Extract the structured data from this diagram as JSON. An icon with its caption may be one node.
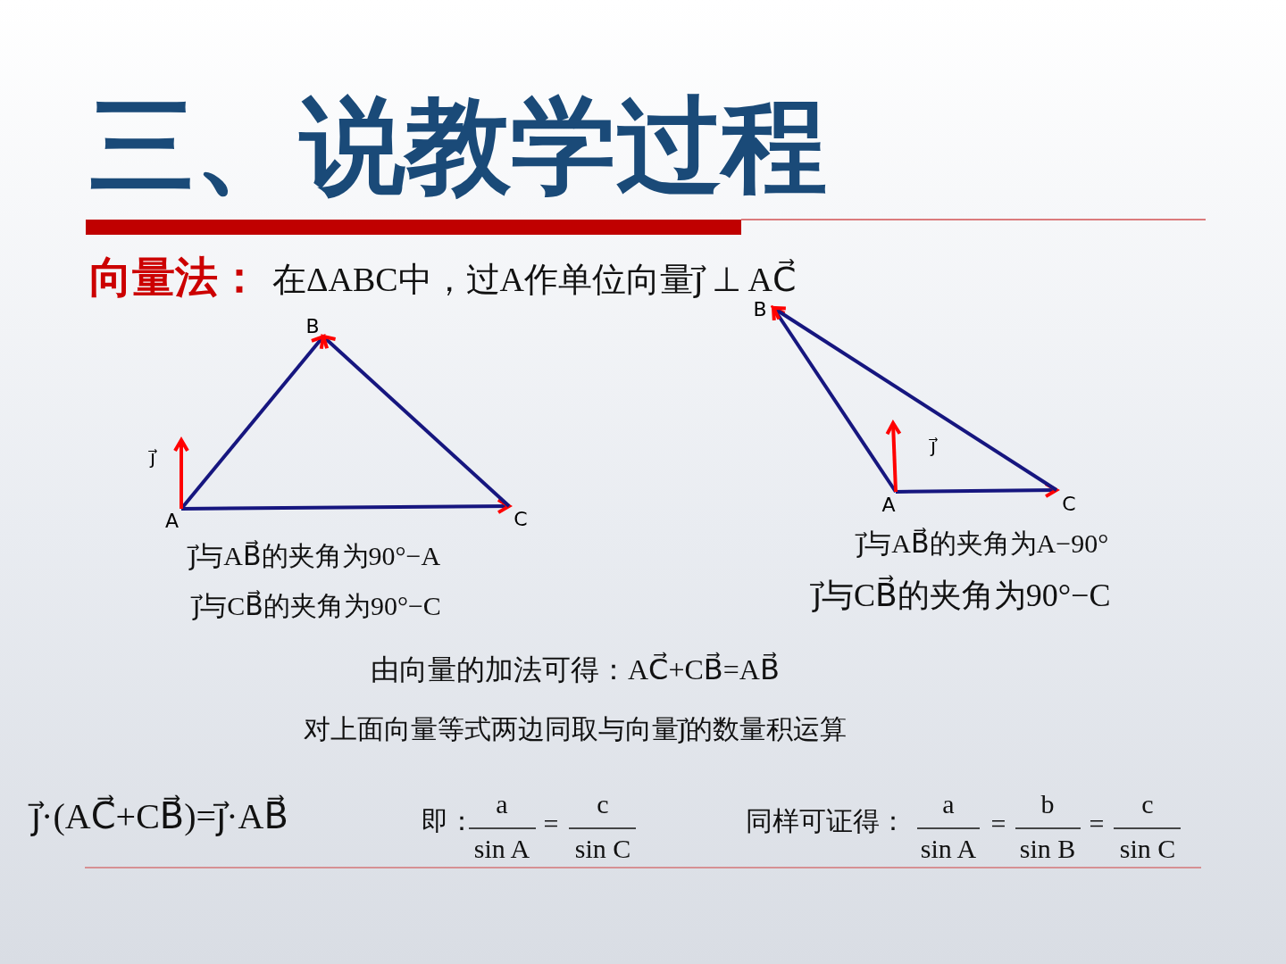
{
  "diagram": {
    "title": "三、说教学过程",
    "nodes": [
      {
        "text": [
          "A"
        ]
      },
      {
        "text": [
          "B"
        ]
      },
      {
        "text": [
          "C"
        ]
      },
      {
        "text": [
          "j⃗"
        ]
      },
      {
        "text": [
          "B"
        ]
      },
      {
        "text": [
          "A"
        ]
      },
      {
        "text": [
          "C"
        ]
      },
      {
        "text": [
          "j⃗"
        ]
      }
    ],
    "edges": [
      {
        "from": 0,
        "to": 1,
        "arrow": "to"
      },
      {
        "from": 0,
        "to": 2,
        "arrow": "to"
      },
      {
        "from": 2,
        "to": 1,
        "arrow": "to"
      },
      {
        "from": 0,
        "to": 3,
        "arrow": "to",
        "color": "#ff0000"
      },
      {
        "from": 5,
        "to": 4,
        "arrow": "to"
      },
      {
        "from": 5,
        "to": 6,
        "arrow": "to"
      },
      {
        "from": 6,
        "to": 4,
        "arrow": "to"
      },
      {
        "from": 5,
        "to": 7,
        "arrow": "to",
        "color": "#ff0000"
      }
    ],
    "labels": [
      "向量法：",
      "在ΔABC中，过A作单位向量j⃗ ⊥ AC⃗",
      "j⃗与AB⃗的夹角为90°−A",
      "j⃗与CB⃗的夹角为90°−C",
      "j⃗与AB⃗的夹角为A−90°",
      "j⃗与CB⃗的夹角为90°−C",
      "由向量的加法可得：AC⃗+CB⃗=AB⃗",
      "对上面向量等式两边同取与向量j⃗的数量积运算",
      "j⃗·(AC⃗+CB⃗)=j⃗·AB⃗",
      "即：",
      "a",
      "sin A",
      "=",
      "c",
      "sin C",
      "同样可证得：",
      "a",
      "sin A",
      "=",
      "b",
      "sin B",
      "=",
      "c",
      "sin C"
    ]
  }
}
